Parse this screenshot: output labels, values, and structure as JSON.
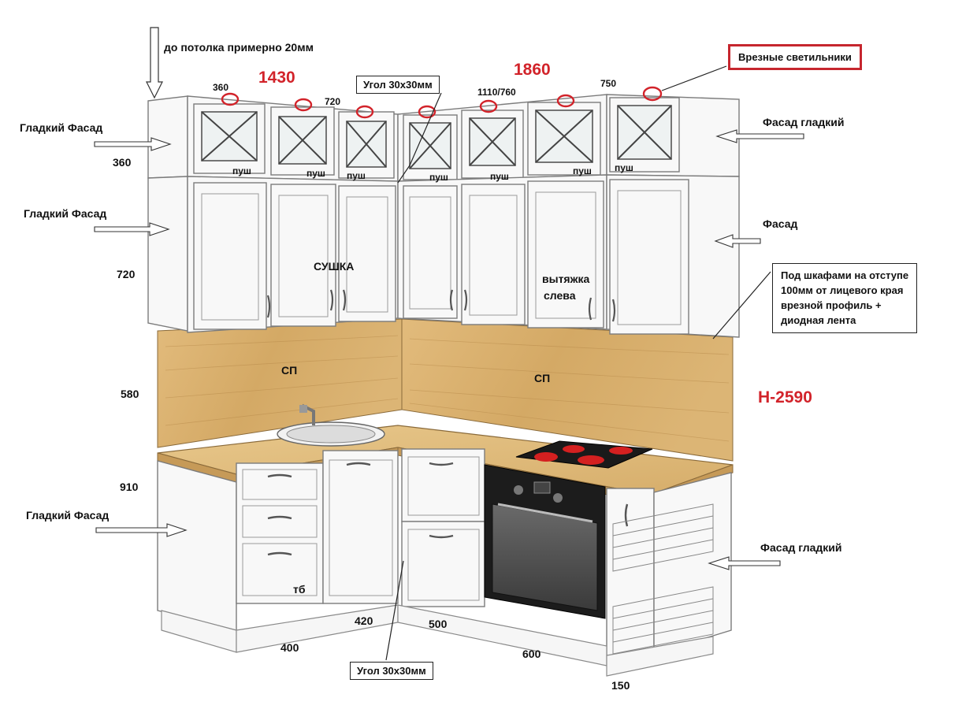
{
  "labels": {
    "ceiling_note": "до потолка примерно 20мм",
    "total_left": "1430",
    "total_right": "1860",
    "total_height": "H-2590",
    "dim_360_top": "360",
    "dim_720_top": "720",
    "dim_1110_760": "1110/760",
    "dim_750": "750",
    "dim_360_left": "360",
    "dim_720_left": "720",
    "dim_580": "580",
    "dim_910": "910",
    "dim_400": "400",
    "dim_420": "420",
    "dim_500": "500",
    "dim_600": "600",
    "dim_150": "150",
    "smooth_facade_1": "Гладкий Фасад",
    "smooth_facade_2": "Гладкий Фасад",
    "smooth_facade_3": "Гладкий Фасад",
    "facade_smooth_top": "Фасад гладкий",
    "facade_right": "Фасад",
    "facade_smooth_bottom": "Фасад гладкий",
    "dryer": "СУШКА",
    "hood_line1": "вытяжка",
    "hood_line2": "слева",
    "sp_left": "СП",
    "sp_right": "СП",
    "tb": "тб",
    "push": [
      "пуш",
      "пуш",
      "пуш",
      "пуш",
      "пуш",
      "пуш",
      "пуш"
    ]
  },
  "boxes": {
    "corner_top": "Угол 30х30мм",
    "corner_bottom": "Угол 30х30мм",
    "lights": "Врезные светильники"
  },
  "note": {
    "line1": "Под шкафами на отступе",
    "line2": "100мм от лицевого края",
    "line3": "врезной профиль +",
    "line4": "диодная лента"
  },
  "colors": {
    "accent_red": "#d2232a",
    "wood": "#d9b071",
    "cabinet_line": "#7c7c7c",
    "hob": "#1a1a1a",
    "burner": "#d42020"
  }
}
